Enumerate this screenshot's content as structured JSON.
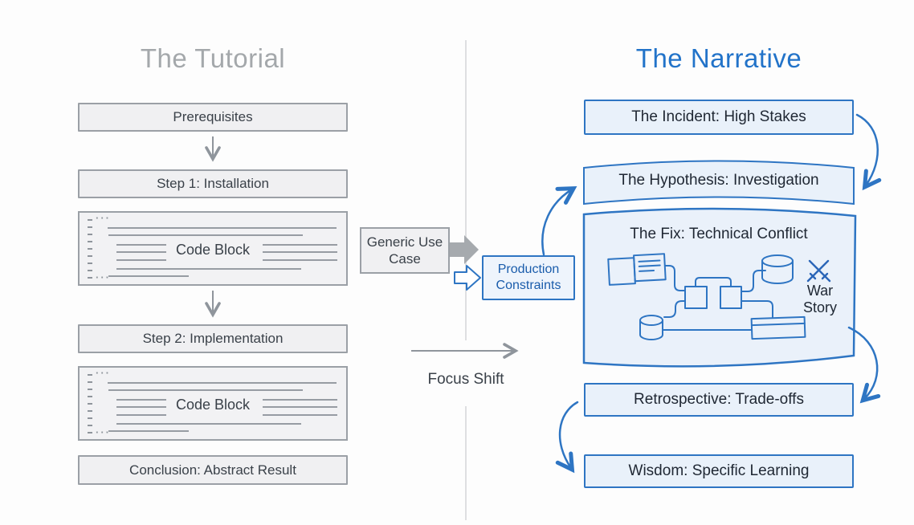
{
  "titles": {
    "left": "The Tutorial",
    "right": "The Narrative"
  },
  "tutorial": {
    "prerequisites": "Prerequisites",
    "step1": "Step 1: Installation",
    "step2": "Step 2: Implementation",
    "conclusion": "Conclusion: Abstract Result",
    "code_block": "Code Block",
    "ellipsis": "···"
  },
  "bridge": {
    "generic_use_case": "Generic Use Case",
    "production_constraints": "Production Constraints",
    "focus_shift": "Focus Shift"
  },
  "narrative": {
    "incident": "The Incident: High Stakes",
    "hypothesis": "The Hypothesis: Investigation",
    "fix": "The Fix: Technical Conflict",
    "war_story": "War Story",
    "retrospective": "Retrospective: Trade-offs",
    "wisdom": "Wisdom: Specific Learning"
  },
  "icons": {
    "war_story": "crossed-swords-icon",
    "fix_sketch": "architecture-sketch",
    "code_gutter": "code-line-dashes"
  },
  "colors": {
    "blue_border": "#2e75c3",
    "blue_fill": "#e9f1fa",
    "blue_title": "#2273c9",
    "blue_text": "#1a5cab",
    "gray_border": "#9ba0a6",
    "gray_fill": "#f0f0f2",
    "gray_title": "#a4a8ab",
    "dark_text": "#1f2733",
    "left_text": "#3a4149",
    "divider": "#dedfe1",
    "arrow_gray": "#8f959c"
  }
}
